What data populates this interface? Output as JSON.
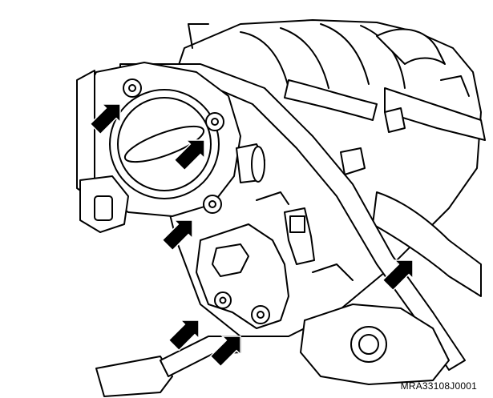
{
  "figure": {
    "code": "MRA33108J0001",
    "colors": {
      "line": "#000000",
      "fill": "#ffffff",
      "arrow": "#000000"
    },
    "callouts": [
      {
        "name": "arrow-throttle-body-bolt-upper-left",
        "angle_deg": 225
      },
      {
        "name": "arrow-throttle-body-bolt-upper-right",
        "angle_deg": 225
      },
      {
        "name": "arrow-throttle-body-bolt-lower",
        "angle_deg": 225
      },
      {
        "name": "arrow-bracket-bolt-left",
        "angle_deg": 225
      },
      {
        "name": "arrow-bracket-bolt-right",
        "angle_deg": 225
      },
      {
        "name": "arrow-hose-right",
        "angle_deg": 225
      }
    ]
  }
}
